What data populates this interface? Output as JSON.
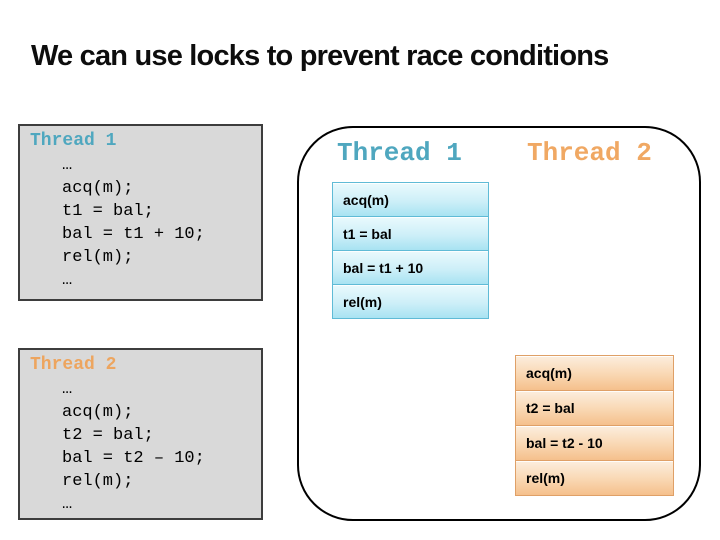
{
  "slide": {
    "title": "We can use locks to prevent race conditions"
  },
  "colors": {
    "thread1_accent": "#4fa7bf",
    "thread2_accent": "#f0a863",
    "code_block_bg": "#d9d9d9",
    "cyan_box_border": "#5fbbd6",
    "orange_box_border": "#dfa067"
  },
  "code_blocks": [
    {
      "header": "Thread 1",
      "lines": [
        "…",
        "acq(m);",
        "t1 = bal;",
        "bal = t1 + 10;",
        "rel(m);",
        "…"
      ]
    },
    {
      "header": "Thread 2",
      "lines": [
        "…",
        "acq(m);",
        "t2 = bal;",
        "bal = t2 – 10;",
        "rel(m);",
        "…"
      ]
    }
  ],
  "timeline": {
    "thread1": {
      "header": "Thread 1",
      "steps": [
        "acq(m)",
        "t1 = bal",
        "bal = t1 + 10",
        "rel(m)"
      ]
    },
    "thread2": {
      "header": "Thread 2",
      "steps": [
        "acq(m)",
        "t2 = bal",
        "bal = t2 - 10",
        "rel(m)"
      ]
    }
  }
}
